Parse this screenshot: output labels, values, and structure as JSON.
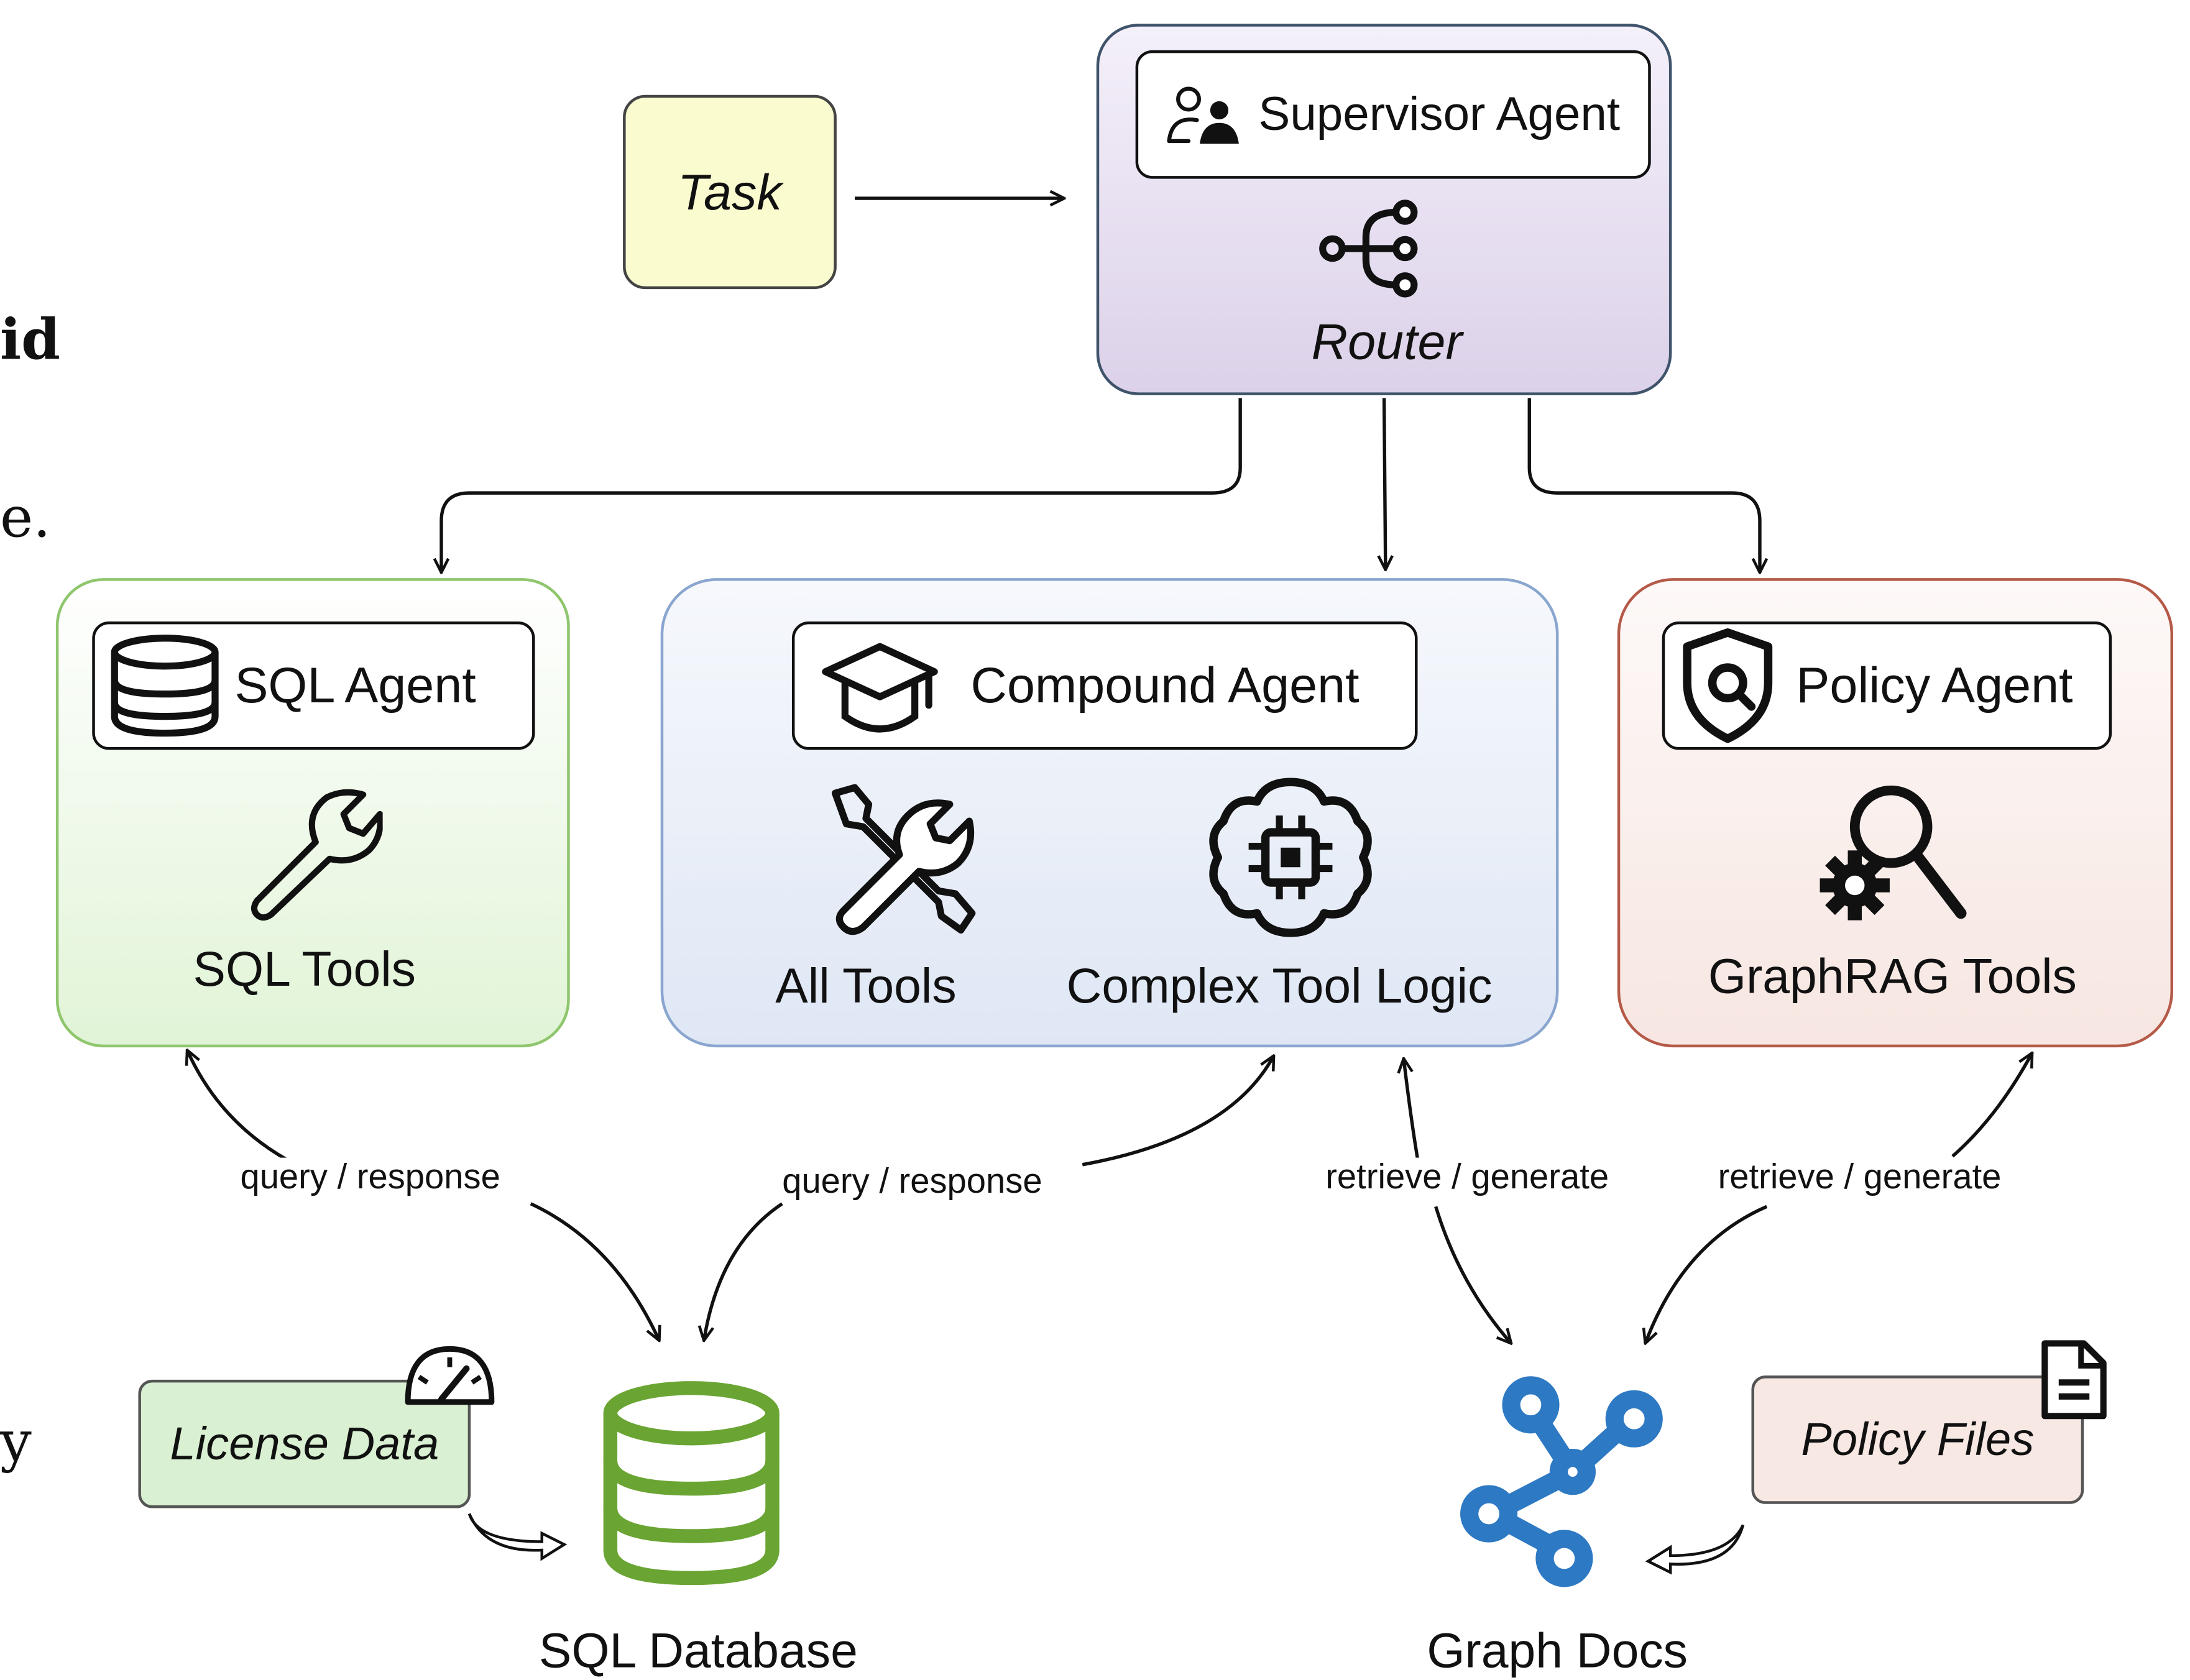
{
  "page_fragments": {
    "left_1": "id",
    "left_2": "e.",
    "left_3": "y"
  },
  "task": {
    "label": "Task"
  },
  "supervisor": {
    "title": "Supervisor Agent",
    "sublabel": "Router"
  },
  "agents": [
    {
      "title": "SQL Agent",
      "tools": [
        "SQL Tools"
      ]
    },
    {
      "title": "Compound Agent",
      "tools": [
        "All Tools",
        "Complex Tool Logic"
      ]
    },
    {
      "title": "Policy Agent",
      "tools": [
        "GraphRAG Tools"
      ]
    }
  ],
  "edge_labels": {
    "sql_agent": "query / response",
    "compound_sql": "query / response",
    "compound_graph": "retrieve / generate",
    "policy_graph": "retrieve / generate"
  },
  "stores": {
    "sql": "SQL Database",
    "graph": "Graph Docs"
  },
  "sources": {
    "license": "License Data",
    "policy": "Policy Files"
  },
  "colors": {
    "task_fill": "#fbfbd0",
    "supervisor_fill_top": "#f3eef9",
    "supervisor_fill_bottom": "#ddd2ea",
    "supervisor_border": "#3f536b",
    "sql_fill": "#e3f5da",
    "sql_border": "#8fc66d",
    "compound_fill": "#dfe7f5",
    "compound_border": "#8aa6cf",
    "policy_fill": "#f8e8e3",
    "policy_border": "#b55a48",
    "license_fill": "#d9f0d2",
    "policy_files_fill": "#f7e8e3",
    "db_green": "#6aa533",
    "graph_blue": "#2e79c3"
  },
  "icons": [
    "user-group-icon",
    "router-icon",
    "database-icon",
    "wrench-icon",
    "graduation-cap-icon",
    "tools-icon",
    "ai-chip-icon",
    "shield-search-icon",
    "gear-search-icon",
    "gauge-icon",
    "sql-database-icon",
    "graph-network-icon",
    "document-icon"
  ]
}
